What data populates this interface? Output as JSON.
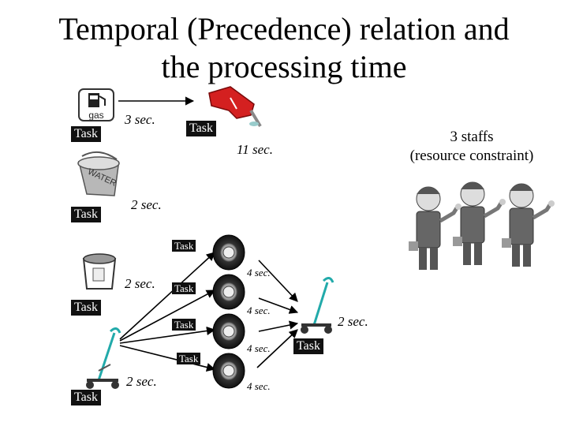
{
  "title": {
    "line1": "Temporal (Precedence) relation and",
    "line2": "the  processing time"
  },
  "icons": {
    "gas_sign": "gas-pump-sign-icon",
    "gas_sign_text": "gas",
    "fuel_nozzle": "fuel-nozzle-icon",
    "water_bucket": "water-bucket-icon",
    "water_bucket_text": "WATER",
    "bucket": "bucket-icon",
    "jack_left": "tire-jack-icon",
    "jack_right": "tire-jack-icon",
    "tire": "tire-icon",
    "mechanic": "mechanic-thumbs-up-icon"
  },
  "tasks": {
    "gas": "Task",
    "fuel": "Task",
    "water": "Task",
    "tire_top": "Task",
    "bucket": "Task",
    "tire_2": "Task",
    "tire_3": "Task",
    "tire_4": "Task",
    "jack_left": "Task",
    "jack_right": "Task"
  },
  "durations": {
    "gas": "3 sec.",
    "fuel": "11 sec.",
    "water": "2 sec.",
    "bucket": "2 sec.",
    "jack_left": "2 sec.",
    "tire_1": "4 sec.",
    "tire_2": "4 sec.",
    "tire_3": "4 sec.",
    "tire_4": "4 sec.",
    "jack_right": "2 sec."
  },
  "resource": {
    "line1": "3 staffs",
    "line2": "(resource constraint)"
  },
  "colors": {
    "nozzle_red": "#d42020",
    "task_bg": "#111111",
    "arrow": "#000000"
  }
}
